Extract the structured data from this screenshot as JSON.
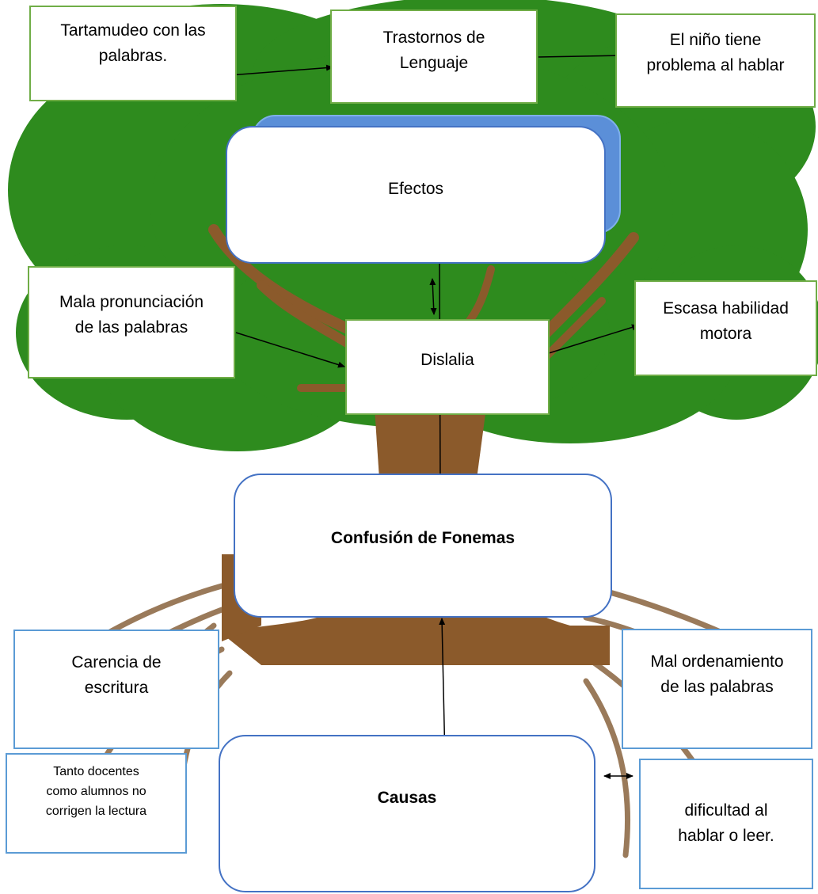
{
  "diagram": {
    "top": {
      "tartamudeo": "Tartamudeo con las\npalabras.",
      "trastornos": "Trastornos de\nLenguaje",
      "problema": "El niño tiene\nproblema al hablar"
    },
    "efectos": "Efectos",
    "mala_pronunciacion": "Mala pronunciación\nde las palabras",
    "dislalia": "Dislalia",
    "escasa_habilidad": "Escasa habilidad\nmotora",
    "confusion": "Confusión de Fonemas",
    "carencia": "Carencia de\nescritura",
    "mal_ordenamiento": "Mal ordenamiento\nde las palabras",
    "causas": "Causas",
    "tanto_docentes": "Tanto docentes\ncomo alumnos no\ncorrigen la lectura",
    "dificultad": "dificultad al\nhablar o leer."
  },
  "colors": {
    "foliage": "#2e8b1e",
    "trunk": "#8b5a2b",
    "roots": "#9a7a5a",
    "green_border": "#70ad47",
    "blue_border": "#5b9bd5",
    "rounded_border": "#4472c4"
  }
}
